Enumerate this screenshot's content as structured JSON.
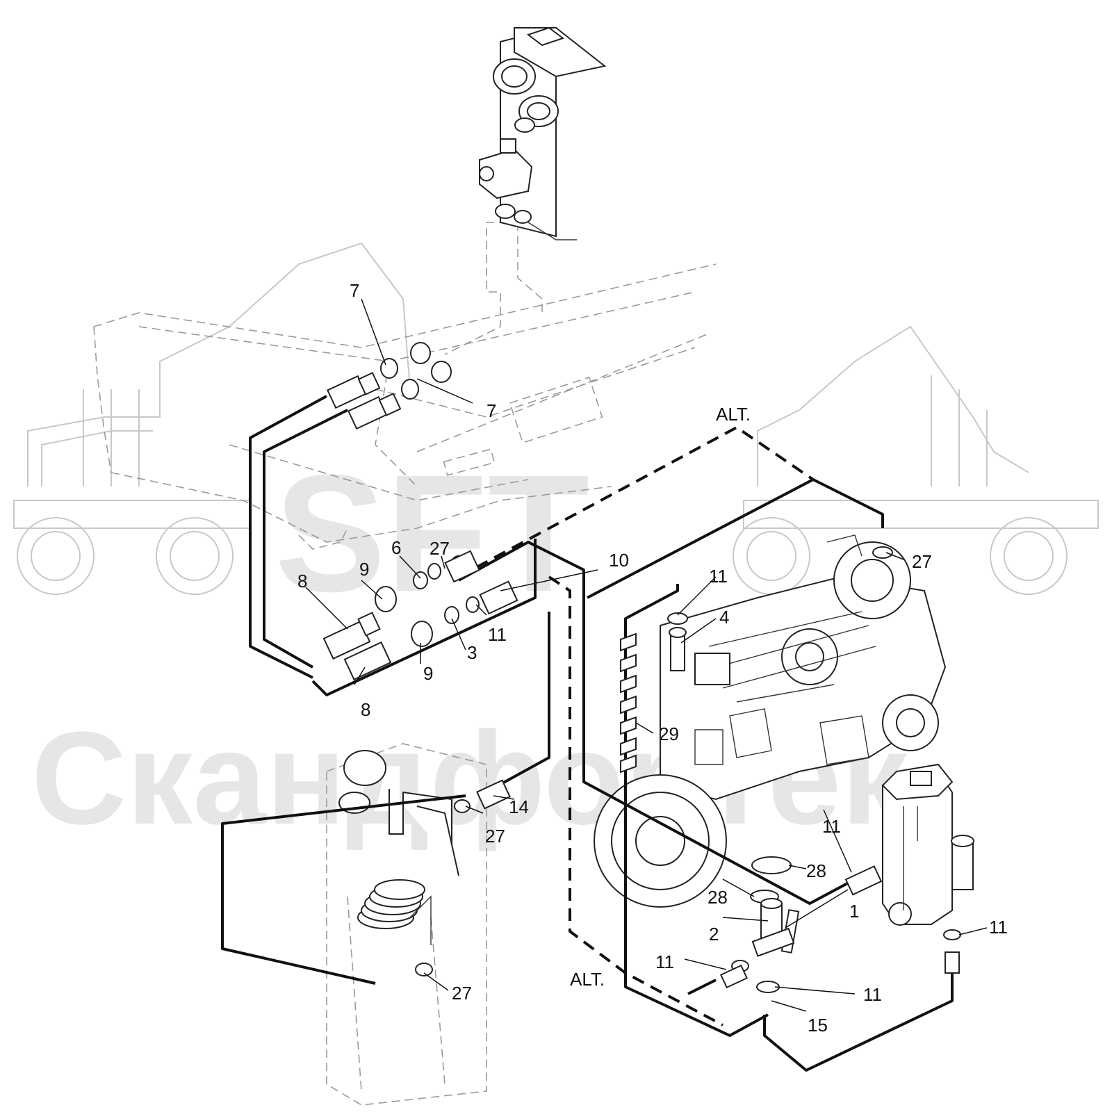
{
  "watermark": {
    "logo_text": "SFT",
    "brand_text": "Скандфортек"
  },
  "callouts": [
    {
      "id": "c7a",
      "text": "7"
    },
    {
      "id": "c7b",
      "text": "7"
    },
    {
      "id": "c27a",
      "text": "27"
    },
    {
      "id": "c6",
      "text": "6"
    },
    {
      "id": "c10",
      "text": "10"
    },
    {
      "id": "c8a",
      "text": "8"
    },
    {
      "id": "c9a",
      "text": "9"
    },
    {
      "id": "c11a",
      "text": "11"
    },
    {
      "id": "c3",
      "text": "3"
    },
    {
      "id": "c9b",
      "text": "9"
    },
    {
      "id": "c8b",
      "text": "8"
    },
    {
      "id": "c27b",
      "text": "27"
    },
    {
      "id": "c11b",
      "text": "11"
    },
    {
      "id": "c4",
      "text": "4"
    },
    {
      "id": "c29",
      "text": "29"
    },
    {
      "id": "c14",
      "text": "14"
    },
    {
      "id": "c27c",
      "text": "27"
    },
    {
      "id": "c11c",
      "text": "11"
    },
    {
      "id": "c28a",
      "text": "28"
    },
    {
      "id": "c28b",
      "text": "28"
    },
    {
      "id": "c1",
      "text": "1"
    },
    {
      "id": "c2",
      "text": "2"
    },
    {
      "id": "c11d",
      "text": "11"
    },
    {
      "id": "c11e",
      "text": "11"
    },
    {
      "id": "c11f",
      "text": "11"
    },
    {
      "id": "c15",
      "text": "15"
    },
    {
      "id": "c27d",
      "text": "27"
    }
  ],
  "alt_labels": [
    {
      "id": "alt-top",
      "text": "ALT."
    },
    {
      "id": "alt-bottom",
      "text": "ALT."
    }
  ]
}
